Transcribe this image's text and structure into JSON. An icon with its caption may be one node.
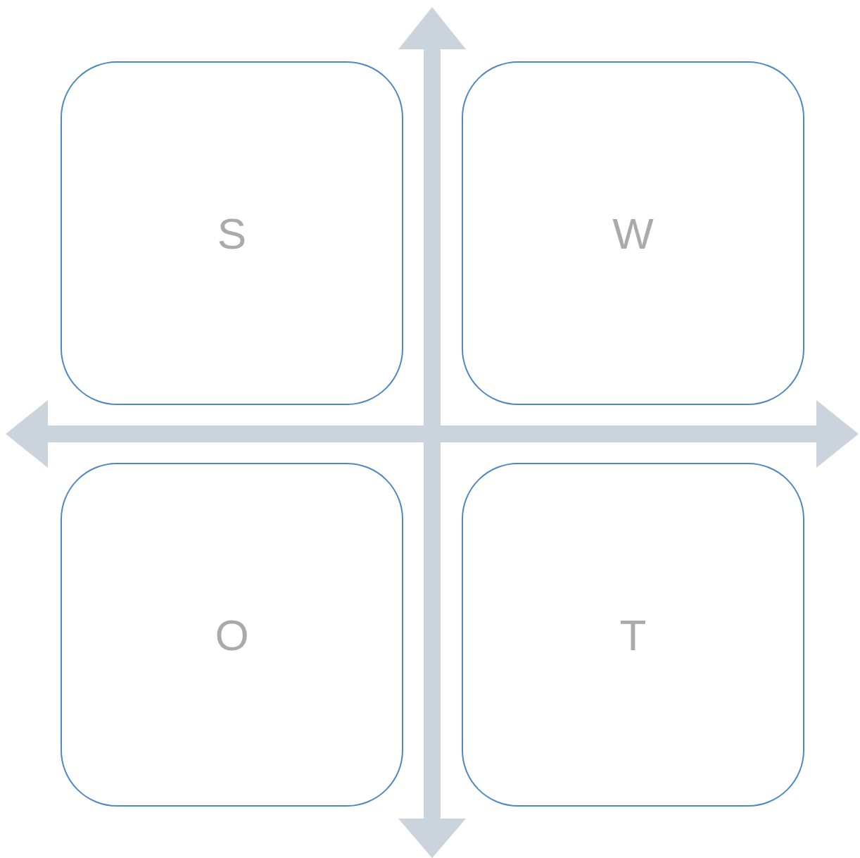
{
  "diagram": {
    "nodes": [
      {
        "text": [
          "S"
        ]
      },
      {
        "text": [
          "W"
        ]
      },
      {
        "text": [
          "O"
        ]
      },
      {
        "text": [
          "T"
        ]
      }
    ]
  }
}
